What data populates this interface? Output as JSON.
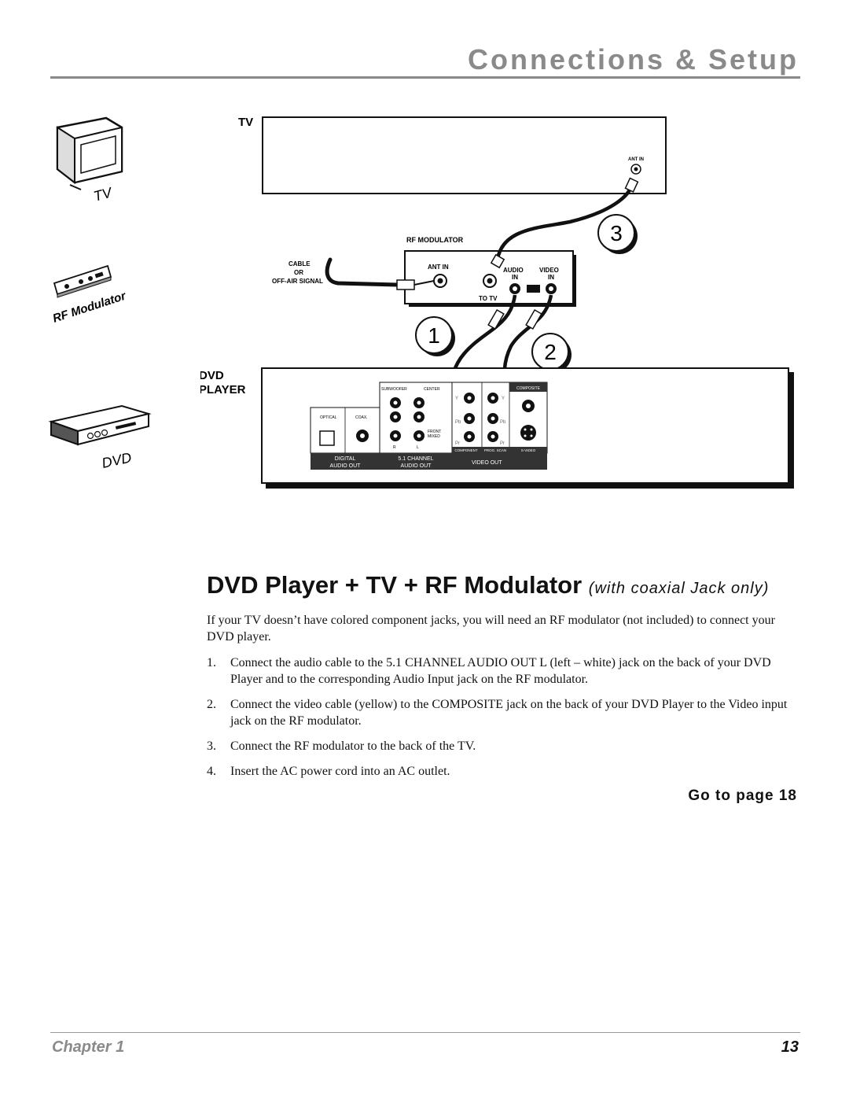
{
  "header": {
    "title": "Connections & Setup"
  },
  "sidebar": {
    "tv_caption": "TV",
    "rf_caption": "RF Modulator",
    "dvd_caption": "DVD"
  },
  "diagram": {
    "tv_label": "TV",
    "ant_in_tv": "ANT IN",
    "step_3": "3",
    "rf_modulator_label": "RF MODULATOR",
    "cable_line1": "CABLE",
    "cable_line2": "OR",
    "cable_line3": "OFF-AIR SIGNAL",
    "ant_in": "ANT IN",
    "audio_in_1": "AUDIO",
    "audio_in_2": "IN",
    "video_in_1": "VIDEO",
    "video_in_2": "IN",
    "to_tv": "TO TV",
    "step_1": "1",
    "step_2": "2",
    "dvd_label_1": "DVD",
    "dvd_label_2": "PLAYER",
    "optical": "OPTICAL",
    "coax": "COAX.",
    "digital_1": "DIGITAL",
    "digital_2": "AUDIO OUT",
    "subwoofer": "SUBWOOFER",
    "center": "CENTER",
    "front_1": "FRONT",
    "front_2": "MIXED",
    "ch_r": "R",
    "ch_l": "L",
    "channel_1": "5.1 CHANNEL",
    "channel_2": "AUDIO OUT",
    "y1": "Y",
    "y2": "Y",
    "pb1": "Pb",
    "pb2": "Pb",
    "pr1": "Pr",
    "pr2": "Pr",
    "composite": "COMPOSITE",
    "component": "COMPONENT",
    "prog_scan": "PROG. SCAN",
    "s_video": "S-VIDEO",
    "video_out": "VIDEO OUT"
  },
  "main": {
    "title": "DVD Player + TV + RF Modulator",
    "subtitle": "(with coaxial Jack only)",
    "intro": "If your TV doesn’t have colored component jacks, you will need an RF modulator (not included) to connect your DVD player.",
    "steps": [
      {
        "num": "1.",
        "text": "Connect the audio cable to the 5.1 CHANNEL AUDIO OUT L (left – white) jack on the back of your DVD Player and to the corresponding Audio Input jack on the RF modulator."
      },
      {
        "num": "2.",
        "text": " Connect the video cable (yellow) to the COMPOSITE jack on the back of your DVD Player to the Video input jack on the RF modulator."
      },
      {
        "num": "3.",
        "text": "Connect the RF modulator  to the back of the TV."
      },
      {
        "num": "4.",
        "text": "Insert the AC power cord into an AC outlet."
      }
    ],
    "goto": "Go to page 18"
  },
  "footer": {
    "chapter": "Chapter 1",
    "page_number": "13"
  }
}
